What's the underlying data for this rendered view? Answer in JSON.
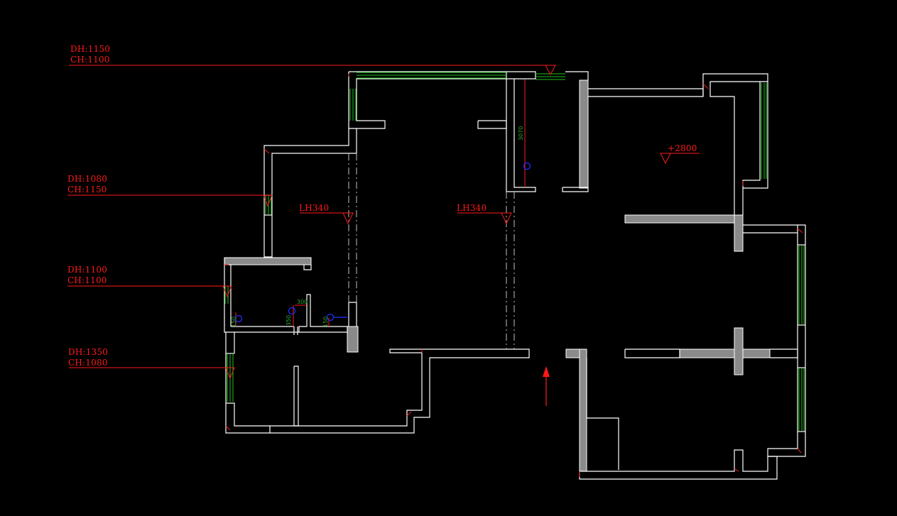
{
  "colors": {
    "background": "#000000",
    "wall": "#ffffff",
    "annotation": "#ff1a1a",
    "window": "#20c020",
    "column": "#8a8a8a",
    "fixture": "#1f2fff",
    "dimension": "#2fa82f"
  },
  "window_labels": [
    {
      "dh": "DH:1150",
      "ch": "CH:1100"
    },
    {
      "dh": "DH:1080",
      "ch": "CH:1150"
    },
    {
      "dh": "DH:1100",
      "ch": "CH:1100"
    },
    {
      "dh": "DH:1350",
      "ch": "CH:1080"
    }
  ],
  "beam_labels": [
    "LH340",
    "LH340"
  ],
  "ceiling_label": "+2800",
  "dimensions": [
    "3070",
    "300",
    "150",
    "350",
    "150"
  ],
  "icons": {
    "entrance": "arrow-up-icon",
    "level_marker": "triangle-down-icon",
    "drain": "circle-icon"
  }
}
